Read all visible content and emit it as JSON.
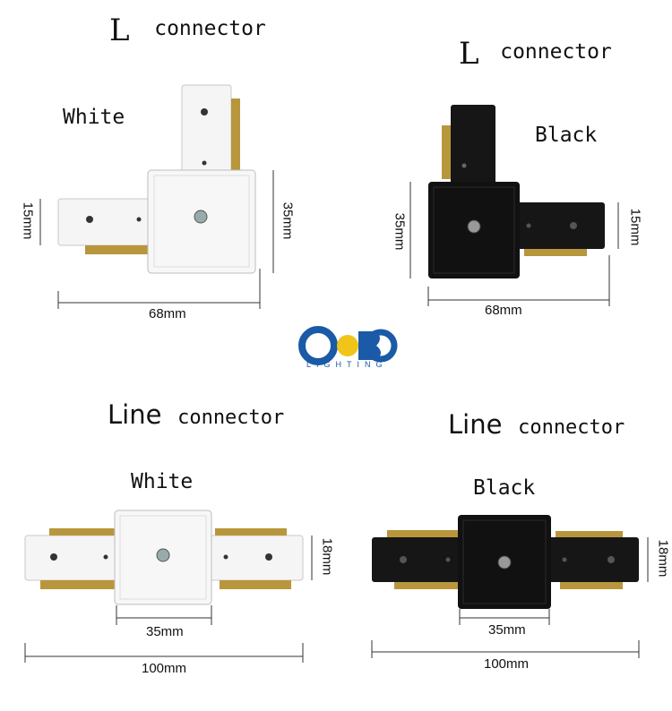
{
  "sections": {
    "l_white": {
      "title_big": "L",
      "title_small": "connector",
      "color_label": "White",
      "dim_w": "68mm",
      "dim_h1": "15mm",
      "dim_h2": "35mm"
    },
    "l_black": {
      "title_big": "L",
      "title_small": "connector",
      "color_label": "Black",
      "dim_w": "68mm",
      "dim_h1": "35mm",
      "dim_h2": "15mm"
    },
    "line_white": {
      "title_big": "Line",
      "title_small": "connector",
      "color_label": "White",
      "dim_center": "35mm",
      "dim_total": "100mm",
      "dim_h": "18mm"
    },
    "line_black": {
      "title_big": "Line",
      "title_small": "connector",
      "color_label": "Black",
      "dim_center": "35mm",
      "dim_total": "100mm",
      "dim_h": "18mm"
    }
  },
  "logo": {
    "sub": "LIGHTING"
  },
  "colors": {
    "white_part": "#f4f4f4",
    "black_part": "#141414",
    "brass": "#b8963c",
    "logo_blue": "#1a5aa6",
    "logo_yellow": "#f0c419"
  }
}
